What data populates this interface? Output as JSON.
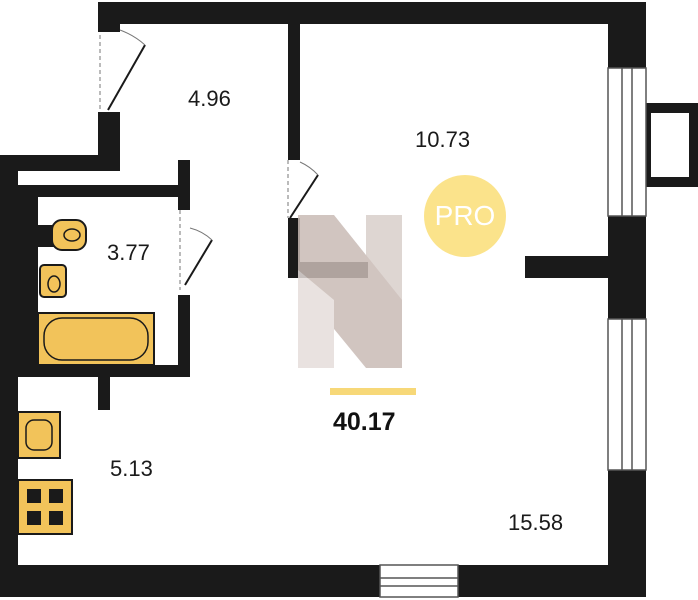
{
  "plan": {
    "rooms": [
      {
        "id": "hall",
        "area": "4.96"
      },
      {
        "id": "bedroom",
        "area": "10.73"
      },
      {
        "id": "bathroom",
        "area": "3.77"
      },
      {
        "id": "kitchen",
        "area": "5.13"
      },
      {
        "id": "living",
        "area": "15.58"
      }
    ],
    "total_area": "40.17"
  },
  "badge": {
    "text": "PRO",
    "color": "#fbe38b"
  },
  "colors": {
    "wall": "#1a1a1a",
    "fixture": "#f2c35a",
    "accent": "#f7d878",
    "logo": "#d9cfcb"
  },
  "icons": [
    "door-swing-icon",
    "window-icon",
    "toilet-icon",
    "sink-icon",
    "bathtub-icon",
    "stove-icon",
    "logo-icon"
  ]
}
